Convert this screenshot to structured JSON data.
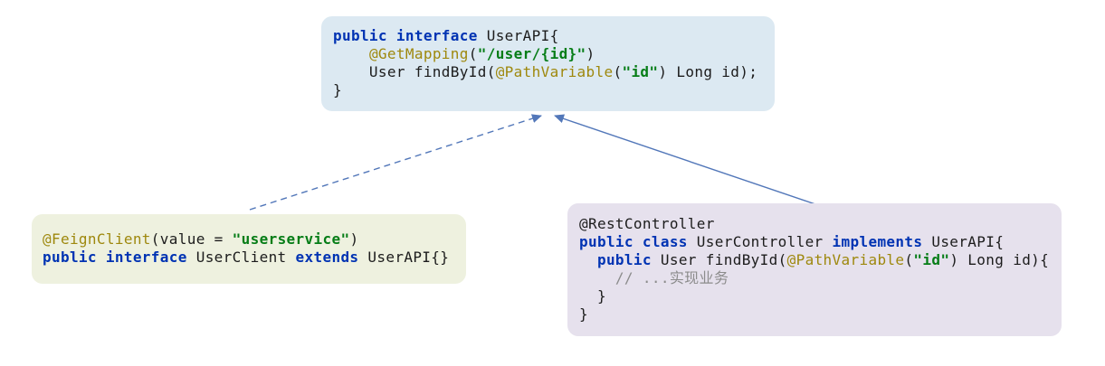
{
  "page": {
    "background": "#ffffff"
  },
  "colors": {
    "keyword": "#0033b3",
    "string": "#067d17",
    "annotation": "#9e880d",
    "comment": "#8c8c8c",
    "plain": "#1c1c1c",
    "arrow": "#5277b9"
  },
  "boxes": {
    "api": {
      "bg": "#dce9f2",
      "lines": [
        [
          {
            "t": "public interface",
            "s": "keyword"
          },
          {
            "t": " UserAPI{",
            "s": "plain"
          }
        ],
        [
          {
            "t": "    ",
            "s": "plain"
          },
          {
            "t": "@GetMapping",
            "s": "annotation"
          },
          {
            "t": "(",
            "s": "plain"
          },
          {
            "t": "\"/user/{id}\"",
            "s": "string"
          },
          {
            "t": ")",
            "s": "plain"
          }
        ],
        [
          {
            "t": "    User findById(",
            "s": "plain"
          },
          {
            "t": "@PathVariable",
            "s": "annotation"
          },
          {
            "t": "(",
            "s": "plain"
          },
          {
            "t": "\"id\"",
            "s": "string"
          },
          {
            "t": ") Long id);",
            "s": "plain"
          }
        ],
        [
          {
            "t": "}",
            "s": "plain"
          }
        ]
      ]
    },
    "feign": {
      "bg": "#eef1df",
      "lines": [
        [
          {
            "t": "@FeignClient",
            "s": "annotation"
          },
          {
            "t": "(value = ",
            "s": "plain"
          },
          {
            "t": "\"userservice\"",
            "s": "string"
          },
          {
            "t": ")",
            "s": "plain"
          }
        ],
        [
          {
            "t": "public interface",
            "s": "keyword"
          },
          {
            "t": " UserClient ",
            "s": "plain"
          },
          {
            "t": "extends",
            "s": "keyword"
          },
          {
            "t": " UserAPI{}",
            "s": "plain"
          }
        ]
      ]
    },
    "controller": {
      "bg": "#e6e1ed",
      "lines": [
        [
          {
            "t": "@RestController",
            "s": "plain"
          }
        ],
        [
          {
            "t": "public class",
            "s": "keyword"
          },
          {
            "t": " UserController ",
            "s": "plain"
          },
          {
            "t": "implements",
            "s": "keyword"
          },
          {
            "t": " UserAPI{",
            "s": "plain"
          }
        ],
        [
          {
            "t": "  ",
            "s": "plain"
          },
          {
            "t": "public",
            "s": "keyword"
          },
          {
            "t": " User findById(",
            "s": "plain"
          },
          {
            "t": "@PathVariable",
            "s": "annotation"
          },
          {
            "t": "(",
            "s": "plain"
          },
          {
            "t": "\"id\"",
            "s": "string"
          },
          {
            "t": ") Long id){",
            "s": "plain"
          }
        ],
        [
          {
            "t": "    // ...实现业务",
            "s": "comment"
          }
        ],
        [
          {
            "t": "  }",
            "s": "plain"
          }
        ],
        [
          {
            "t": "}",
            "s": "plain"
          }
        ]
      ]
    }
  },
  "arrows": [
    {
      "style": "dashed",
      "from": "feign-client-box",
      "to": "user-api-box"
    },
    {
      "style": "solid",
      "from": "user-controller-box",
      "to": "user-api-box"
    }
  ]
}
